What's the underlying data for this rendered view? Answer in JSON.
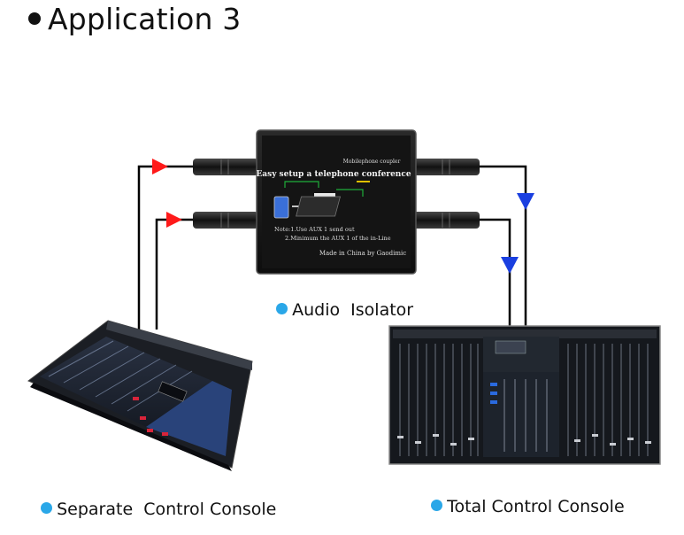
{
  "heading": "Application 3",
  "isolator": {
    "caption": "Audio  Isolator",
    "top_label": "Mobilephone coupler",
    "title": "Easy setup a telephone conference",
    "note1": "Note:1.Use AUX 1 send out",
    "note2": "2.Minimum the AUX 1 of the in-Line",
    "maker": "Made in China by Gaodimic"
  },
  "left_console": {
    "caption": "Separate  Control Console"
  },
  "right_console": {
    "caption": "Total Control Console"
  },
  "colors": {
    "bullet": "#2aa7e8",
    "arrow_red": "#ff1a1a",
    "arrow_blue": "#1a3fe0",
    "wire": "#000000"
  }
}
